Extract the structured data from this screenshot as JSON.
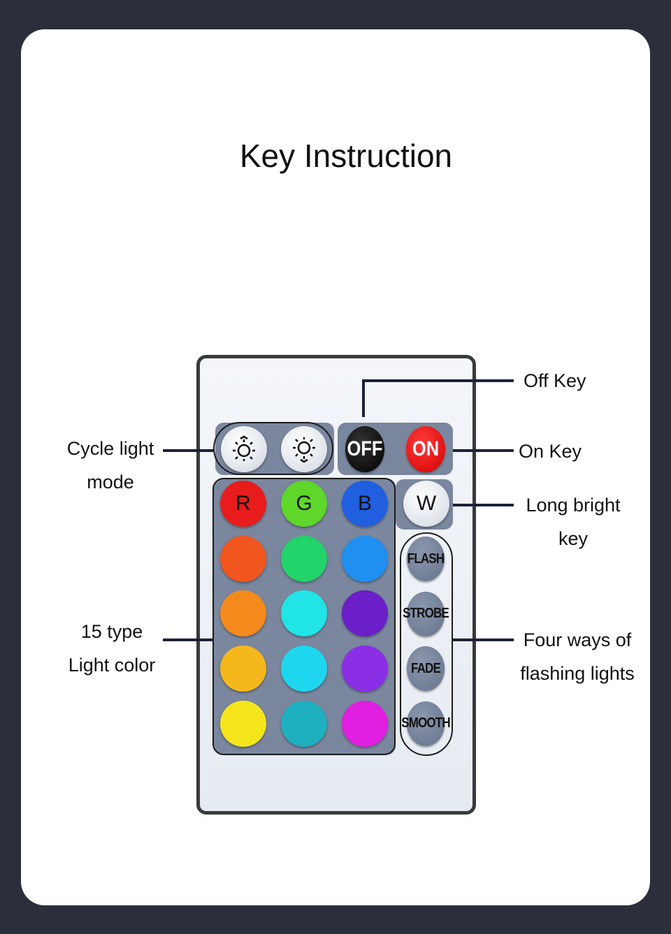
{
  "title": "Key Instruction",
  "labels": {
    "off_key": "Off Key",
    "on_key": "On Key",
    "long_bright_1": "Long bright",
    "long_bright_2": "key",
    "cycle_1": "Cycle light",
    "cycle_2": "mode",
    "color_1": "15 type",
    "color_2": "Light color",
    "flash_1": "Four ways of",
    "flash_2": "flashing lights"
  },
  "buttons": {
    "off": "OFF",
    "on": "ON",
    "w": "W",
    "r": "R",
    "g": "G",
    "b": "B"
  },
  "modes": [
    "FLASH",
    "STROBE",
    "FADE",
    "SMOOTH"
  ],
  "colors": [
    [
      "#e81c1c",
      "#5fd62a",
      "#1f5fe0"
    ],
    [
      "#f0561e",
      "#22d46a",
      "#1f8ff0"
    ],
    [
      "#f58a1c",
      "#20e4e6",
      "#6a1fc8"
    ],
    [
      "#f5b81c",
      "#1fd6ef",
      "#8a2fe6"
    ],
    [
      "#f5e61c",
      "#1fb0c0",
      "#e01fe0"
    ]
  ]
}
